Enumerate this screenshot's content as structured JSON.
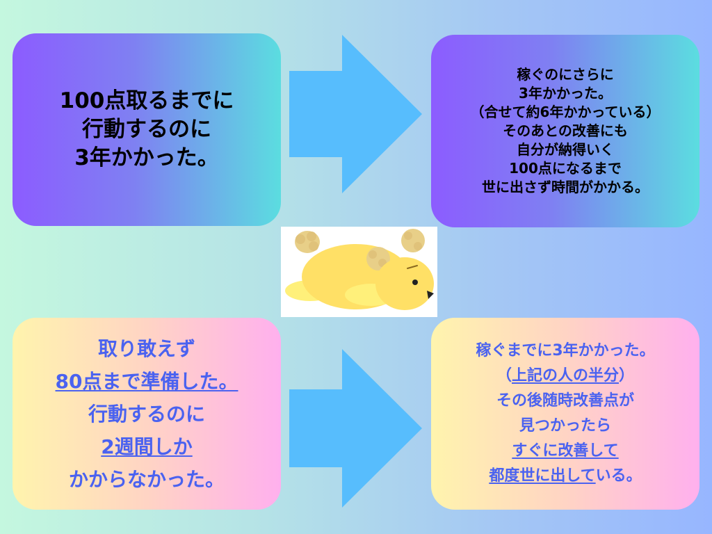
{
  "colors": {
    "arrow": "#57bdfd",
    "top_box_gradient": [
      "#8c5cff",
      "#5bdde0"
    ],
    "bottom_box_gradient": [
      "#fff4ad",
      "#ffb0ee"
    ],
    "bottom_text": "#4a62f0",
    "mascot_body": "#ffe066"
  },
  "icons": {
    "mascot": "sleeping-yellow-bear-illustration"
  },
  "top_left": {
    "lines": [
      "100点取るまでに",
      "行動するのに",
      "3年かかった。"
    ]
  },
  "top_right": {
    "lines": [
      "稼ぐのにさらに",
      "3年かかった。",
      "（合せて約6年かかっている）",
      "そのあとの改善にも",
      "自分が納得いく",
      "100点になるまで",
      "世に出さず時間がかかる。"
    ]
  },
  "bottom_left": {
    "line1": "取り敢えず",
    "line2": "80点まで準備した。",
    "line3": "行動するのに",
    "line4": "2週間しか",
    "line5": "かからなかった。"
  },
  "bottom_right": {
    "line1": "稼ぐまでに3年かかった。",
    "line2_open": "（",
    "line2_u": "上記の人の半分",
    "line2_close": "）",
    "line3": "その後随時改善点が",
    "line4": "見つかったら",
    "line5": "すぐに改善して",
    "line6_u": "都度世に出して",
    "line6_rest": "いる。"
  }
}
